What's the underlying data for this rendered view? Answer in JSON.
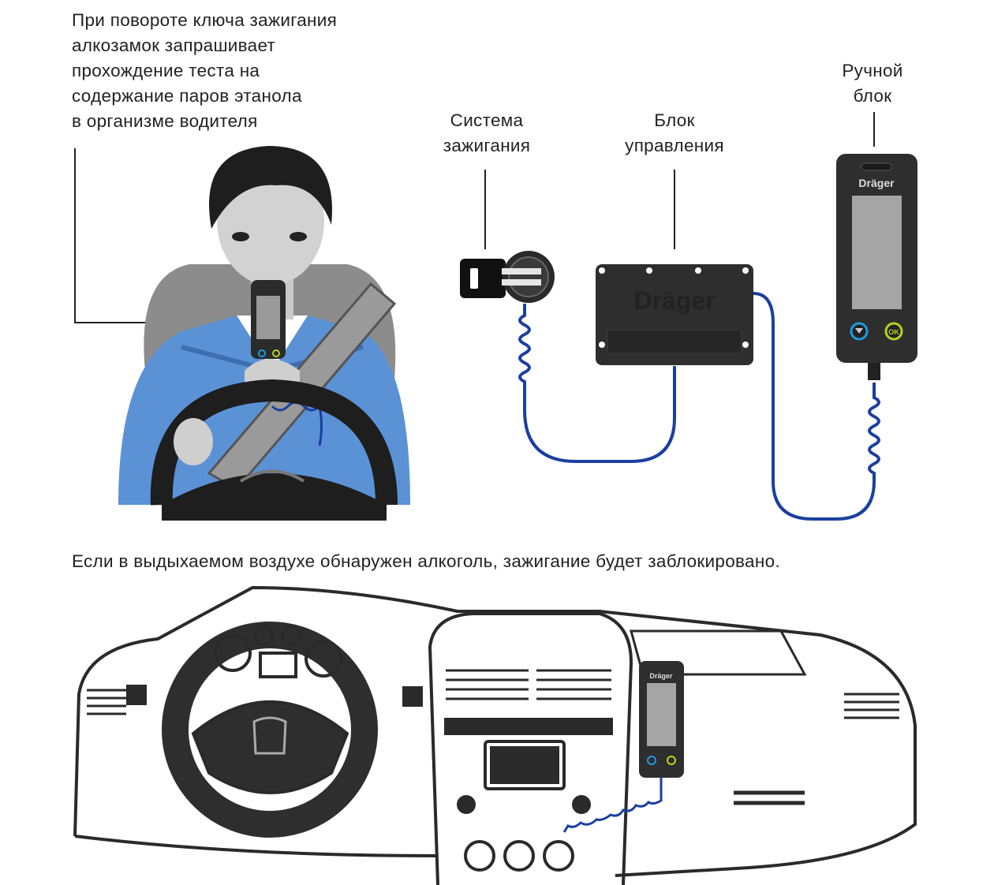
{
  "intro": {
    "lines": [
      "При повороте ключа зажигания",
      "алкозамок запрашивает",
      "прохождение теста на",
      "содержание паров этанола",
      "в организме водителя"
    ]
  },
  "labels": {
    "ignition": [
      "Система",
      "зажигания"
    ],
    "control_unit": [
      "Блок",
      "управления"
    ],
    "handheld": [
      "Ручной",
      "блок"
    ]
  },
  "caption": "Если в выдыхаемом воздухе обнаружен алкоголь, зажигание будет заблокировано.",
  "logo_text": "Dräger",
  "button_ok": "OK",
  "colors": {
    "cable": "#1b3f9e",
    "device": "#2e2e2e",
    "shirt": "#5b92d6",
    "seat": "#8c8c8c",
    "button_blue": "#1d9be0",
    "button_green": "#b7d31c"
  }
}
